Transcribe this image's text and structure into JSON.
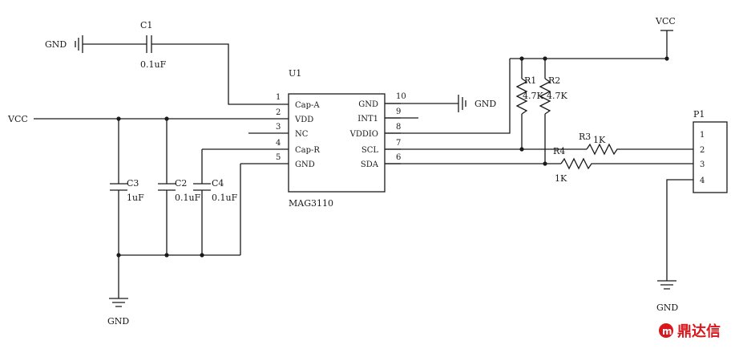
{
  "chip": {
    "ref": "U1",
    "part": "MAG3110",
    "left_pins": [
      {
        "num": "1",
        "name": "Cap-A"
      },
      {
        "num": "2",
        "name": "VDD"
      },
      {
        "num": "3",
        "name": "NC"
      },
      {
        "num": "4",
        "name": "Cap-R"
      },
      {
        "num": "5",
        "name": "GND"
      }
    ],
    "right_pins": [
      {
        "num": "10",
        "name": "GND"
      },
      {
        "num": "9",
        "name": "INT1"
      },
      {
        "num": "8",
        "name": "VDDIO"
      },
      {
        "num": "7",
        "name": "SCL"
      },
      {
        "num": "6",
        "name": "SDA"
      }
    ]
  },
  "capacitors": [
    {
      "ref": "C1",
      "value": "0.1uF"
    },
    {
      "ref": "C3",
      "value": "1uF"
    },
    {
      "ref": "C2",
      "value": "0.1uF"
    },
    {
      "ref": "C4",
      "value": "0.1uF"
    }
  ],
  "resistors": [
    {
      "ref": "R1",
      "value": "4.7K"
    },
    {
      "ref": "R2",
      "value": "4.7K"
    },
    {
      "ref": "R3",
      "value": "1K"
    },
    {
      "ref": "R4",
      "value": "1K"
    }
  ],
  "connector": {
    "ref": "P1",
    "pins": [
      "1",
      "2",
      "3",
      "4"
    ]
  },
  "nets": {
    "gnd": "GND",
    "vcc": "VCC"
  },
  "watermark": {
    "text": "鼎达信",
    "color": "#d9161c"
  }
}
